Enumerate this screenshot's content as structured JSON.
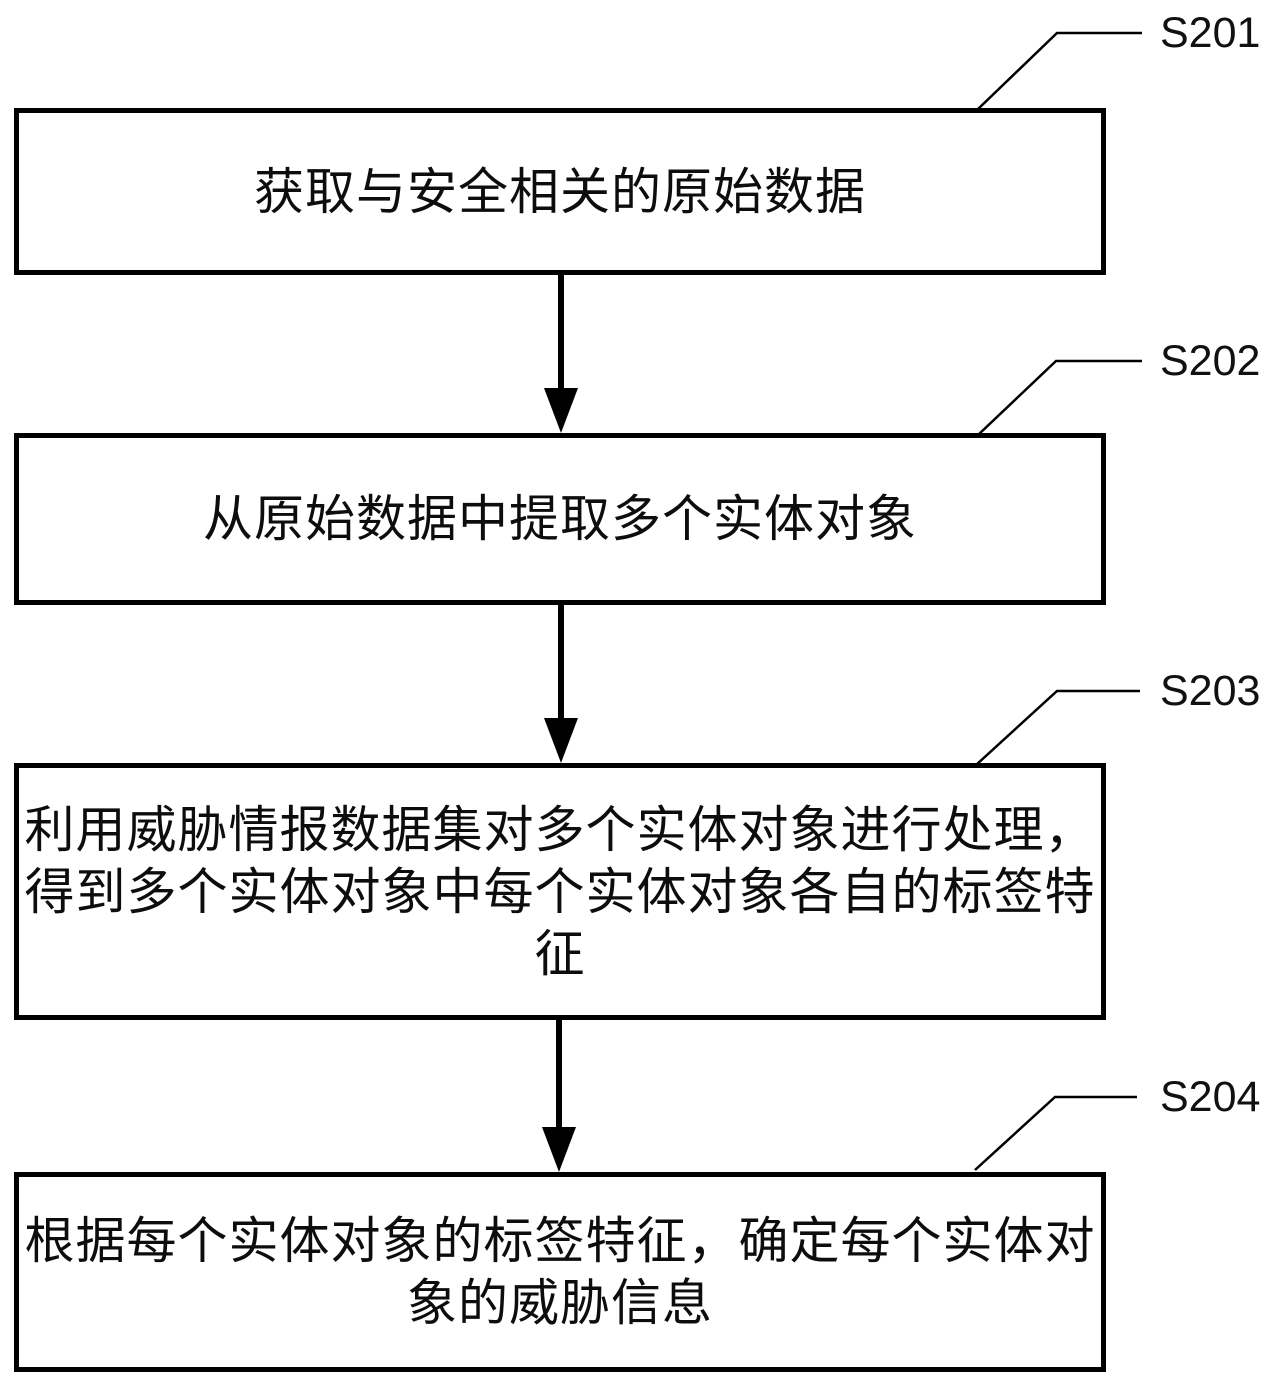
{
  "figure": {
    "type": "flowchart",
    "background_color": "#ffffff",
    "line_color": "#000000",
    "text_color": "#0d0d0d",
    "steps": [
      {
        "label": "S201",
        "lines": [
          "获取与安全相关的原始数据"
        ]
      },
      {
        "label": "S202",
        "lines": [
          "从原始数据中提取多个实体对象"
        ]
      },
      {
        "label": "S203",
        "lines": [
          "利用威胁情报数据集对多个实体对象进行处理，",
          "得到多个实体对象中每个实体对象各自的标签特",
          "征"
        ]
      },
      {
        "label": "S204",
        "lines": [
          "根据每个实体对象的标签特征，确定每个实体对",
          "象的威胁信息"
        ]
      }
    ]
  }
}
